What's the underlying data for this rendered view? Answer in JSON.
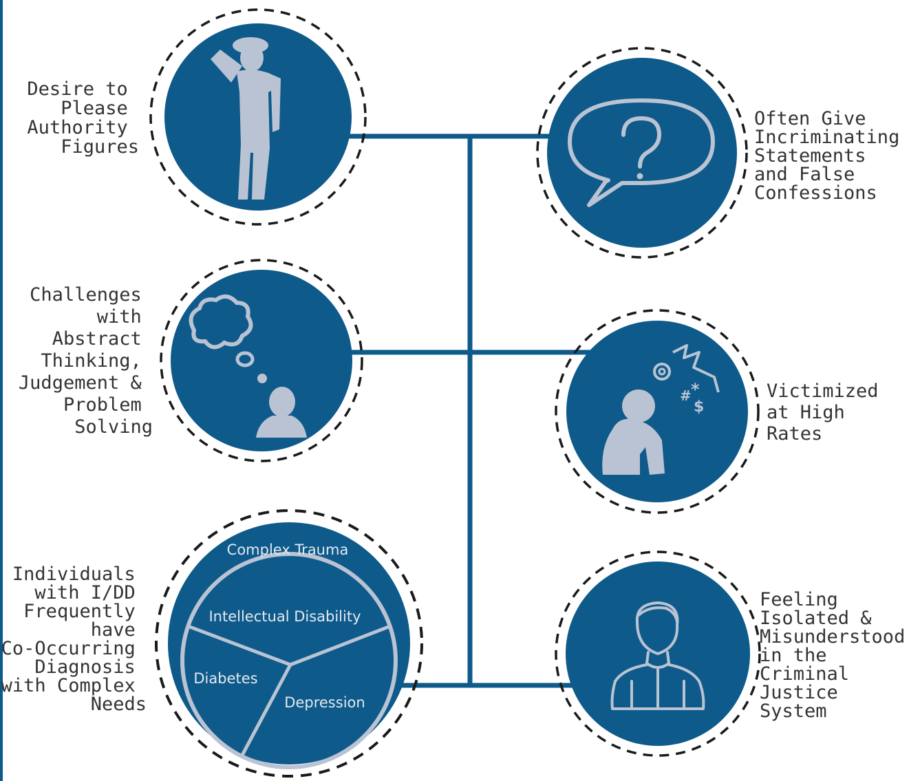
{
  "colors": {
    "circle_fill": "#0e5a8a",
    "icon_fill": "#b9c3d3",
    "dash_stroke": "#1a1a1a",
    "connector": "#0e5a8a",
    "label_text": "#333333"
  },
  "nodes": [
    {
      "id": "authority",
      "icon": "saluting-officer-icon",
      "label_lines": [
        "Desire to",
        "Please",
        "Authority",
        "Figures"
      ]
    },
    {
      "id": "abstract",
      "icon": "thinking-person-icon",
      "label_lines": [
        "Challenges",
        "with",
        "Abstract",
        "Thinking,",
        "Judgement &",
        "Problem",
        "Solving"
      ]
    },
    {
      "id": "co-occurring",
      "icon": "diagnosis-pie-icon",
      "label_lines": [
        "Individuals",
        "with I/DD",
        "Frequently",
        "have",
        "Co-Occurring",
        "Diagnosis",
        "with Complex",
        "Needs"
      ]
    },
    {
      "id": "confessions",
      "icon": "speech-bubble-question-icon",
      "label_lines": [
        "Often Give",
        "Incriminating",
        "Statements",
        "and False",
        "Confessions"
      ]
    },
    {
      "id": "victimized",
      "icon": "distressed-person-icon",
      "label_lines": [
        "Victimized",
        "at High",
        "Rates"
      ]
    },
    {
      "id": "isolated",
      "icon": "isolated-man-sketch-icon",
      "label_lines": [
        "Feeling",
        "Isolated &",
        "Misunderstood",
        "in the",
        "Criminal",
        "Justice",
        "System"
      ]
    }
  ],
  "pie": {
    "outer_label": "Complex Trauma",
    "segments": [
      "Intellectual Disability",
      "Diabetes",
      "Depression"
    ]
  },
  "icon_glyphs": {
    "victimized_symbols": [
      "#",
      "*",
      "$"
    ]
  }
}
